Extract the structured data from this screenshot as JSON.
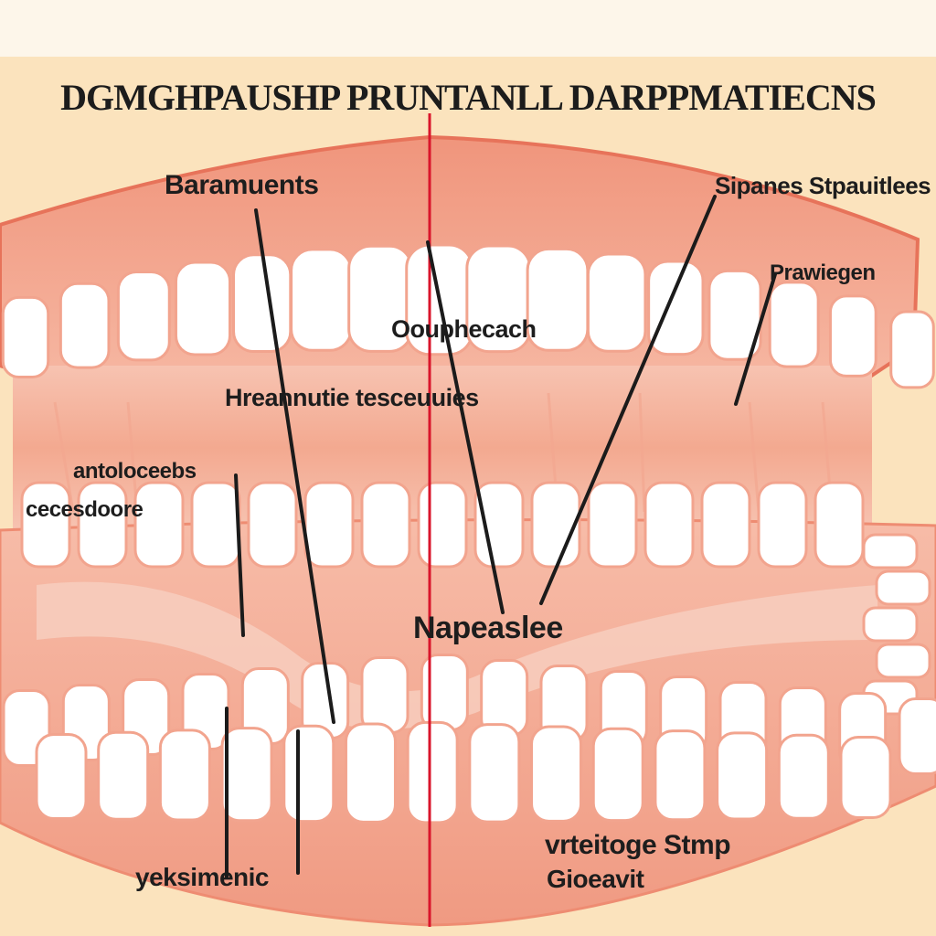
{
  "diagram": {
    "title": "DGMGHPAUSHP PRUNTANLL DARPPMATIECNS",
    "labels": {
      "top_left": "Baramuents",
      "top_right": "Sipanes Stpauitlees",
      "right_upper": "Prawiegen",
      "center_upper": "Oouphecach",
      "center_middle": "Hreannutie tesceuuies",
      "left_1": "antoloceebs",
      "left_2": "cecesdoore",
      "center_lower": "Napeaslee",
      "bottom_left": "yeksimenic",
      "bottom_right_1": "vrteitoge Stmp",
      "bottom_right_2": "Gioeavit"
    },
    "colors": {
      "background": "#fdf6ea",
      "title_band": "#fbe3bd",
      "gum": "#f19a82",
      "gum_light": "#f8c7b4",
      "tooth": "#ffffff",
      "tooth_outline": "#f2a48e",
      "midline": "#d9152b",
      "leader": "#1b1b1b"
    }
  }
}
